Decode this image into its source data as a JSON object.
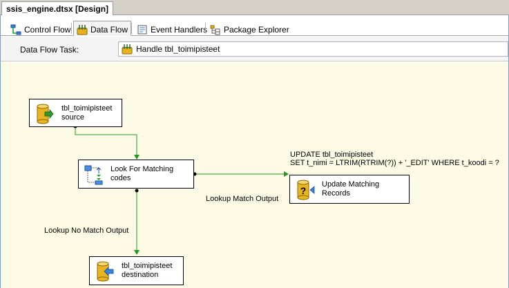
{
  "document_tab": {
    "title": "ssis_engine.dtsx [Design]"
  },
  "designer_tabs": [
    {
      "label": "Control Flow",
      "icon": "control-flow-icon"
    },
    {
      "label": "Data Flow",
      "icon": "data-flow-icon",
      "active": true
    },
    {
      "label": "Event Handlers",
      "icon": "event-handlers-icon"
    },
    {
      "label": "Package Explorer",
      "icon": "package-explorer-icon"
    }
  ],
  "task_selector": {
    "label": "Data Flow Task:",
    "value": "Handle tbl_toimipisteet",
    "icon": "data-flow-task-icon"
  },
  "components": {
    "source": {
      "line1": "tbl_toimipisteet",
      "line2": "source",
      "icon": "ole-db-source-icon"
    },
    "lookup": {
      "line1": "Look For Matching",
      "line2": "codes",
      "icon": "lookup-icon"
    },
    "update": {
      "line1": "Update Matching",
      "line2": "Records",
      "icon": "ole-db-command-icon"
    },
    "destination": {
      "line1": "tbl_toimipisteet",
      "line2": "destination",
      "icon": "ole-db-destination-icon"
    }
  },
  "annotation": {
    "line1": "UPDATE tbl_toimipisteet",
    "line2": "SET t_nimi = LTRIM(RTRIM(?)) + '_EDIT' WHERE t_koodi = ?"
  },
  "paths": {
    "match_output": "Lookup Match Output",
    "no_match_output": "Lookup No Match Output"
  },
  "colors": {
    "canvas": "#fdfae6",
    "flow_green": "#1e9a1e",
    "path_black": "#000000"
  }
}
